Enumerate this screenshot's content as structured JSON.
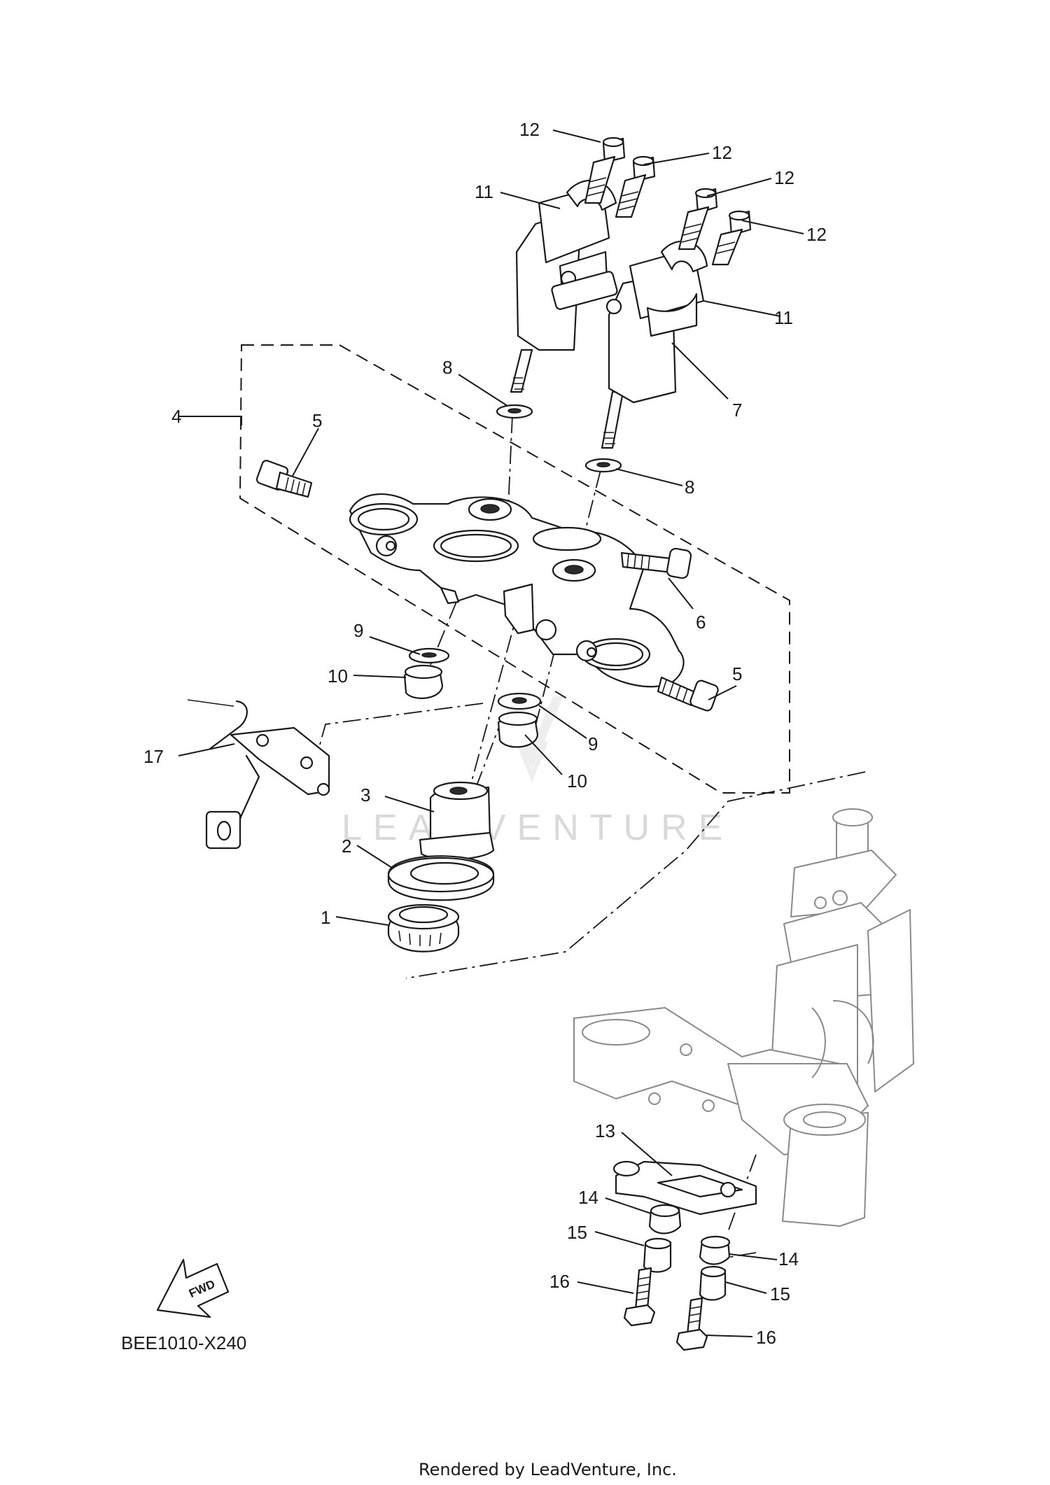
{
  "diagram": {
    "code": "BEE1010-X240",
    "fwd_label": "FWD",
    "watermark": "LEADVENTURE",
    "footer": "Rendered by LeadVenture, Inc."
  },
  "callouts": {
    "c1": "1",
    "c2": "2",
    "c3": "3",
    "c4": "4",
    "c5a": "5",
    "c5b": "5",
    "c6": "6",
    "c7": "7",
    "c8a": "8",
    "c8b": "8",
    "c9a": "9",
    "c9b": "9",
    "c10a": "10",
    "c10b": "10",
    "c11a": "11",
    "c11b": "11",
    "c12a": "12",
    "c12b": "12",
    "c12c": "12",
    "c12d": "12",
    "c13": "13",
    "c14a": "14",
    "c14b": "14",
    "c15a": "15",
    "c15b": "15",
    "c16a": "16",
    "c16b": "16",
    "c17": "17"
  },
  "colors": {
    "line": "#1a1a1a",
    "ghost": "#8a8a8a",
    "watermark": "#d9d9d9"
  }
}
